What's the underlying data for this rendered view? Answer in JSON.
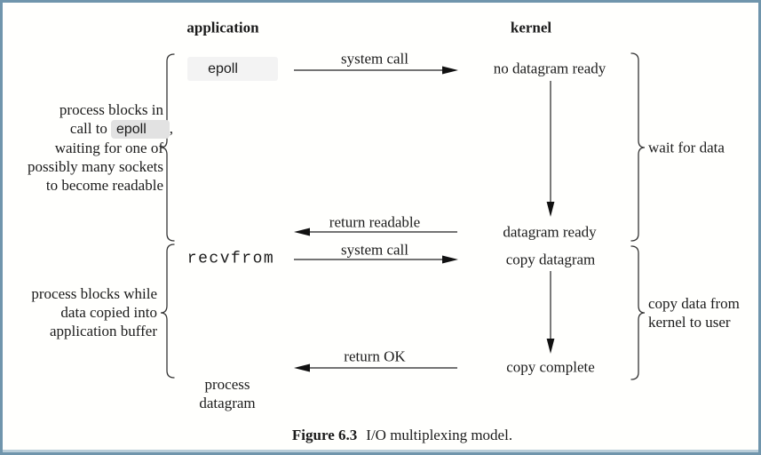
{
  "diagram": {
    "headers": {
      "application": "application",
      "kernel": "kernel"
    },
    "application_column": {
      "epoll": "epoll",
      "recvfrom": "recvfrom",
      "process_datagram": {
        "line1": "process",
        "line2": "datagram"
      }
    },
    "kernel_column": {
      "no_datagram_ready": "no datagram ready",
      "datagram_ready": "datagram ready",
      "copy_datagram": "copy datagram",
      "copy_complete": "copy complete"
    },
    "arrow_labels": {
      "system_call_top": "system call",
      "return_readable": "return readable",
      "system_call_bottom": "system call",
      "return_ok": "return OK"
    },
    "left_notes": {
      "block1": {
        "line1": "process blocks in",
        "line2_prefix": "call to",
        "line2_code": "epoll",
        "line2_suffix": ",",
        "line3": "waiting for one of",
        "line4": "possibly many sockets",
        "line5": "to become readable"
      },
      "block2": {
        "line1": "process blocks while",
        "line2": "data copied into",
        "line3": "application buffer"
      }
    },
    "right_notes": {
      "wait_for_data": "wait for data",
      "copy_data": {
        "line1": "copy data from",
        "line2": "kernel to user"
      }
    },
    "caption": {
      "label": "Figure 6.3",
      "text": "I/O multiplexing model."
    }
  },
  "colors": {
    "frame_border": "#7095ac",
    "frame_border_light": "#b9cdd9",
    "text": "#1b1b1b",
    "edit_patch_gray": "#e2e2e2",
    "edit_patch_light": "#f3f3f3"
  }
}
